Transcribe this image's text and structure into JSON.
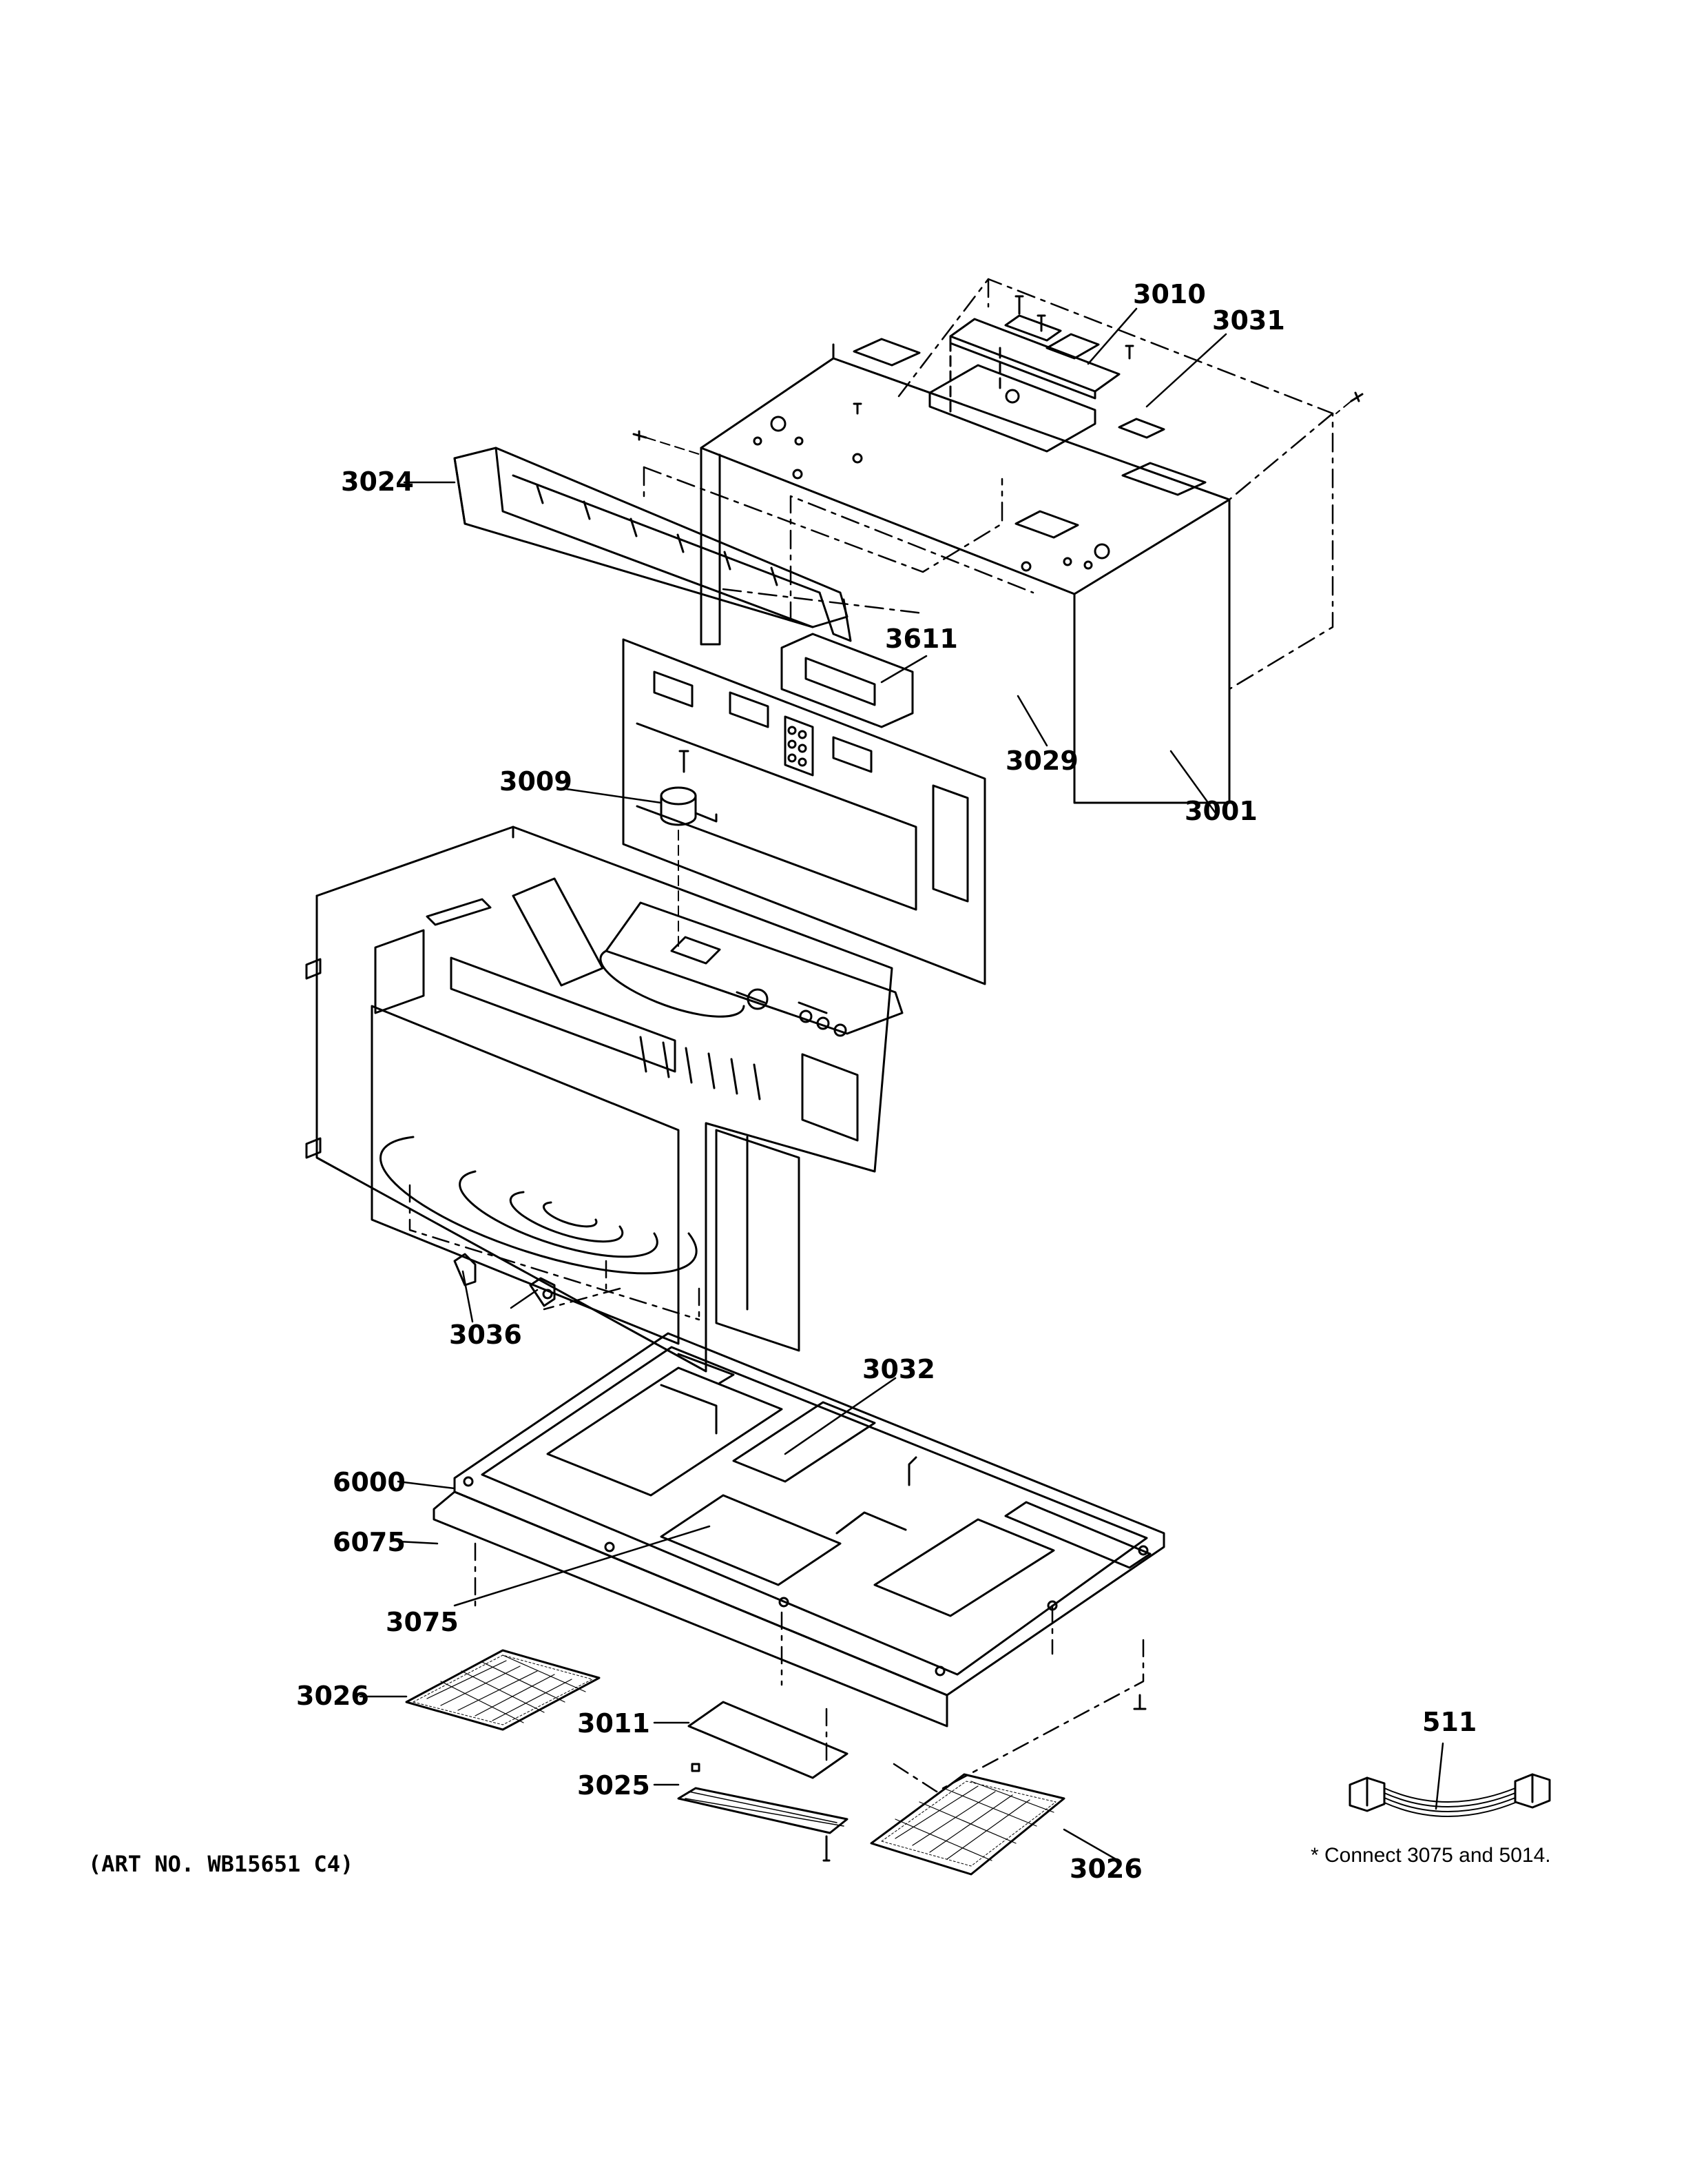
{
  "callouts": {
    "p3010": "3010",
    "p3031": "3031",
    "p3024": "3024",
    "p3611": "3611",
    "p3009": "3009",
    "p3029": "3029",
    "p3001": "3001",
    "p3036": "3036",
    "p3032": "3032",
    "p6000": "6000",
    "p6075": "6075",
    "p3075": "3075",
    "p3026a": "3026",
    "p3011": "3011",
    "p3025": "3025",
    "p3026b": "3026",
    "p511": "511"
  },
  "art_number": "(ART NO. WB15651 C4)",
  "note": "* Connect 3075 and 5014.",
  "colors": {
    "line": "#000000",
    "background": "#ffffff"
  }
}
